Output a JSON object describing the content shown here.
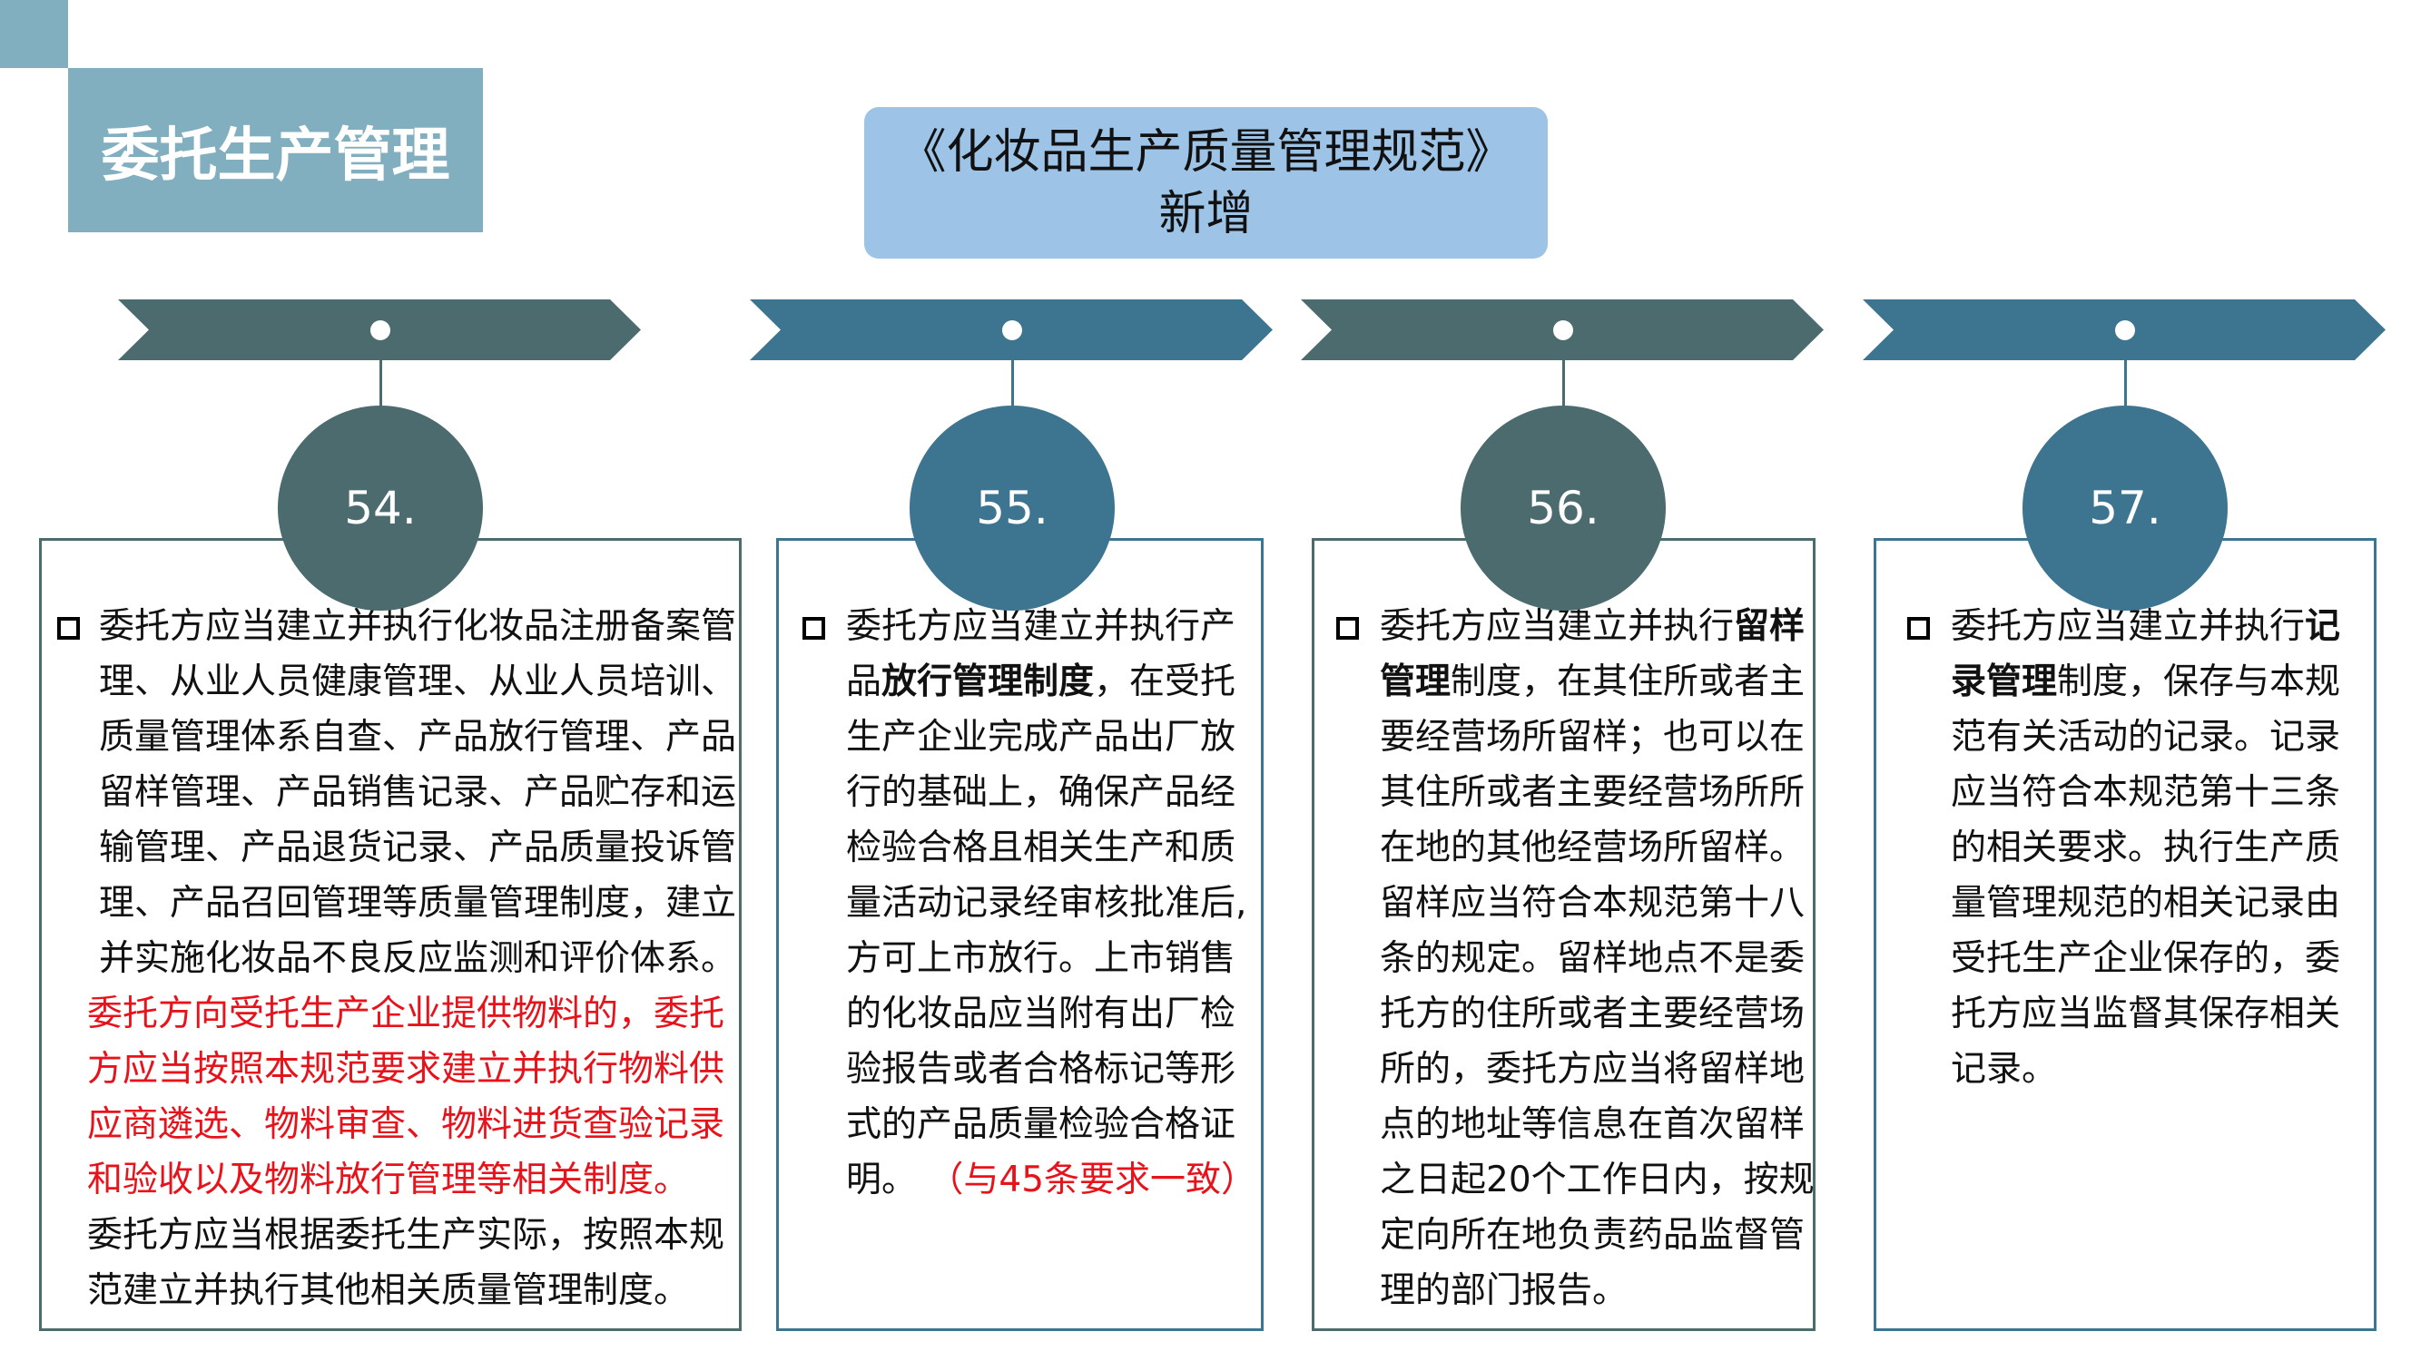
{
  "title": "委托生产管理",
  "header": {
    "line1": "《化妆品生产质量管理规范》",
    "line2": "新增"
  },
  "colors": {
    "dark": "#4C6B6E",
    "teal": "#3D7590",
    "title_bg": "#82AFC0",
    "header_bg": "#9DC3E6",
    "red": "#E8121B"
  },
  "cards": [
    {
      "number": "54.",
      "lines": [
        [
          {
            "t": "委托方应当建立并执行化妆品注册备案管"
          }
        ],
        [
          {
            "t": "理、从业人员健康管理、从业人员培训、"
          }
        ],
        [
          {
            "t": "质量管理体系自查、产品放行管理、产品"
          }
        ],
        [
          {
            "t": "留样管理、产品销售记录、产品贮存和运"
          }
        ],
        [
          {
            "t": "输管理、产品退货记录、产品质量投诉管"
          }
        ],
        [
          {
            "t": "理、产品召回管理等质量管理制度，建立"
          }
        ],
        [
          {
            "t": "并实施化妆品不良反应监测和评价体系。"
          }
        ],
        [
          {
            "t": "委托方向受托生产企业提供物料的，委托",
            "s": "r"
          }
        ],
        [
          {
            "t": "方应当按照本规范要求建立并执行物料供",
            "s": "r"
          }
        ],
        [
          {
            "t": "应商遴选、物料审查、物料进货查验记录",
            "s": "r"
          }
        ],
        [
          {
            "t": "和验收以及物料放行管理等相关制度。",
            "s": "r"
          }
        ],
        [
          {
            "t": "委托方应当根据委托生产实际，按照本规"
          }
        ],
        [
          {
            "t": "范建立并执行其他相关质量管理制度。"
          }
        ]
      ]
    },
    {
      "number": "55.",
      "lines": [
        [
          {
            "t": "委托方应当建立并执行产"
          }
        ],
        [
          {
            "t": "品"
          },
          {
            "t": "放行管理制度",
            "s": "b"
          },
          {
            "t": "，在受托"
          }
        ],
        [
          {
            "t": "生产企业完成产品出厂放"
          }
        ],
        [
          {
            "t": "行的基础上，确保产品经"
          }
        ],
        [
          {
            "t": "检验合格且相关生产和质"
          }
        ],
        [
          {
            "t": "量活动记录经审核批准后,"
          }
        ],
        [
          {
            "t": "方可上市放行。上市销售"
          }
        ],
        [
          {
            "t": "的化妆品应当附有出厂检"
          }
        ],
        [
          {
            "t": "验报告或者合格标记等形"
          }
        ],
        [
          {
            "t": "式的产品质量检验合格证"
          }
        ],
        [
          {
            "t": "明。 "
          },
          {
            "t": "（与45条要求一致）",
            "s": "r"
          }
        ]
      ]
    },
    {
      "number": "56.",
      "lines": [
        [
          {
            "t": "委托方应当建立并执行"
          },
          {
            "t": "留样",
            "s": "b"
          }
        ],
        [
          {
            "t": "管理",
            "s": "b"
          },
          {
            "t": "制度，在其住所或者主"
          }
        ],
        [
          {
            "t": "要经营场所留样；也可以在"
          }
        ],
        [
          {
            "t": "其住所或者主要经营场所所"
          }
        ],
        [
          {
            "t": "在地的其他经营场所留样。"
          }
        ],
        [
          {
            "t": "留样应当符合本规范第十八"
          }
        ],
        [
          {
            "t": "条的规定。留样地点不是委"
          }
        ],
        [
          {
            "t": "托方的住所或者主要经营场"
          }
        ],
        [
          {
            "t": "所的，委托方应当将留样地"
          }
        ],
        [
          {
            "t": "点的地址等信息在首次留样"
          }
        ],
        [
          {
            "t": "之日起20个工作日内，按规"
          }
        ],
        [
          {
            "t": "定向所在地负责药品监督管"
          }
        ],
        [
          {
            "t": "理的部门报告。"
          }
        ]
      ]
    },
    {
      "number": "57.",
      "lines": [
        [
          {
            "t": "委托方应当建立并执行"
          },
          {
            "t": "记",
            "s": "b"
          }
        ],
        [
          {
            "t": "录管理",
            "s": "b"
          },
          {
            "t": "制度，保存与本规"
          }
        ],
        [
          {
            "t": "范有关活动的记录。记录"
          }
        ],
        [
          {
            "t": "应当符合本规范第十三条"
          }
        ],
        [
          {
            "t": "的相关要求。执行生产质"
          }
        ],
        [
          {
            "t": "量管理规范的相关记录由"
          }
        ],
        [
          {
            "t": "受托生产企业保存的，委"
          }
        ],
        [
          {
            "t": "托方应当监督其保存相关"
          }
        ],
        [
          {
            "t": "记录。"
          }
        ]
      ]
    }
  ]
}
